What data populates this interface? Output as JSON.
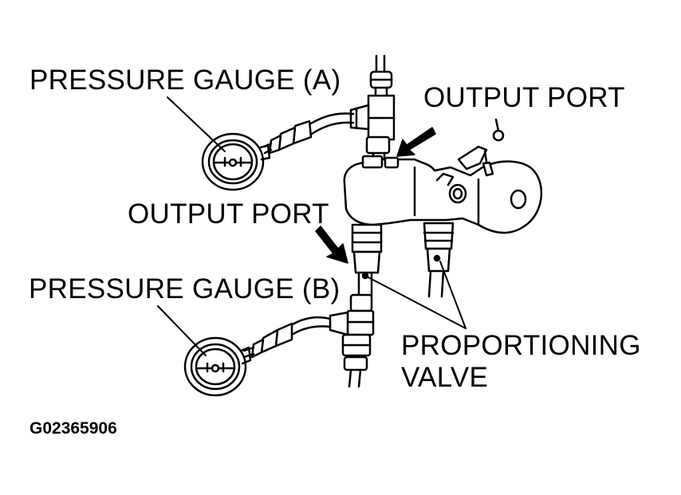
{
  "labels": {
    "gauge_a": "PRESSURE GAUGE (A)",
    "output_port_top": "OUTPUT PORT",
    "output_port_mid": "OUTPUT PORT",
    "gauge_b": "PRESSURE GAUGE (B)",
    "proportioning_line1": "PROPORTIONING",
    "proportioning_line2": "VALVE"
  },
  "figure_id": "G02365906",
  "colors": {
    "ink": "#000000",
    "paper": "#ffffff"
  }
}
